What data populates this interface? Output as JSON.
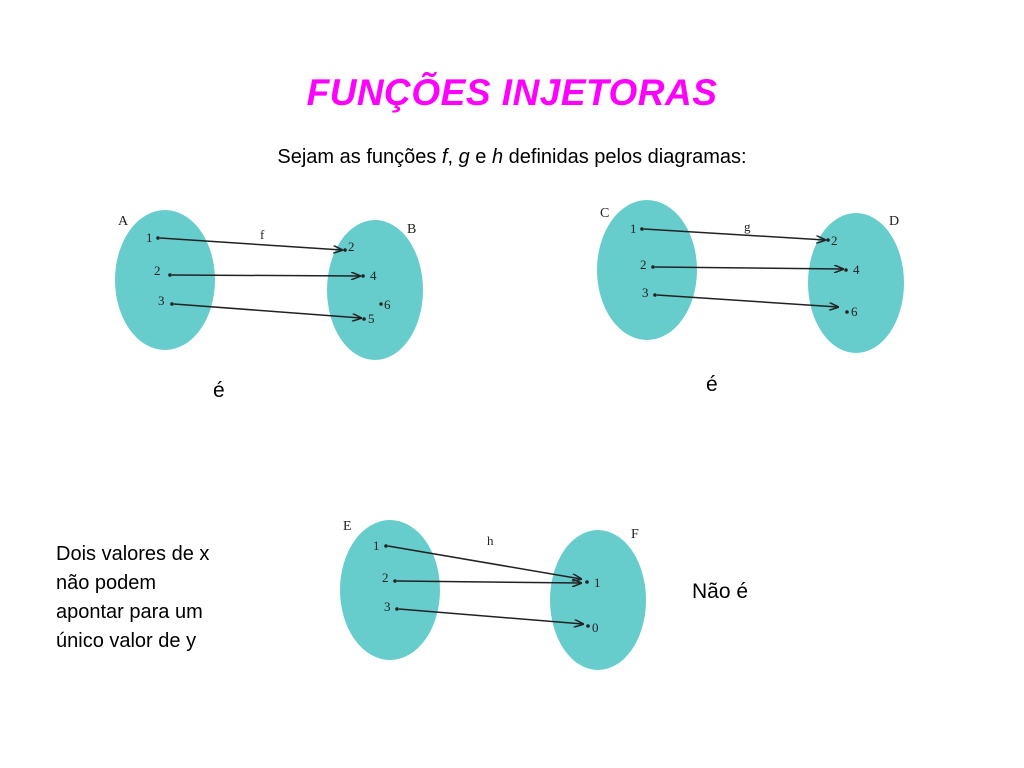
{
  "title": "FUNÇÕES INJETORAS",
  "subtitle": {
    "prefix": "Sejam as funções ",
    "f": "f",
    "sep1": ", ",
    "g": "g",
    "sep2": " e ",
    "h": "h",
    "suffix": " definidas pelos diagramas:"
  },
  "colors": {
    "title": "#ff00ff",
    "set_fill": "#66cccc",
    "arrow": "#222222"
  },
  "diagrams": {
    "f": {
      "function_name": "f",
      "domain_name": "A",
      "codomain_name": "B",
      "domain": [
        "1",
        "2",
        "3"
      ],
      "codomain": [
        "2",
        "4",
        "6",
        "5"
      ],
      "mapping": [
        [
          "1",
          "2"
        ],
        [
          "2",
          "4"
        ],
        [
          "3",
          "5"
        ]
      ],
      "verdict": "é"
    },
    "g": {
      "function_name": "g",
      "domain_name": "C",
      "codomain_name": "D",
      "domain": [
        "1",
        "2",
        "3"
      ],
      "codomain": [
        "2",
        "4",
        "6"
      ],
      "mapping": [
        [
          "1",
          "2"
        ],
        [
          "2",
          "4"
        ],
        [
          "3",
          "6"
        ]
      ],
      "verdict": "é"
    },
    "h": {
      "function_name": "h",
      "domain_name": "E",
      "codomain_name": "F",
      "domain": [
        "1",
        "2",
        "3"
      ],
      "codomain": [
        "1",
        "0"
      ],
      "mapping": [
        [
          "1",
          "1"
        ],
        [
          "2",
          "1"
        ],
        [
          "3",
          "0"
        ]
      ],
      "verdict": "Não é"
    }
  },
  "note": {
    "line1": "Dois valores de x",
    "line2": "não podem",
    "line3": "apontar para um",
    "line4": "único valor de y"
  }
}
